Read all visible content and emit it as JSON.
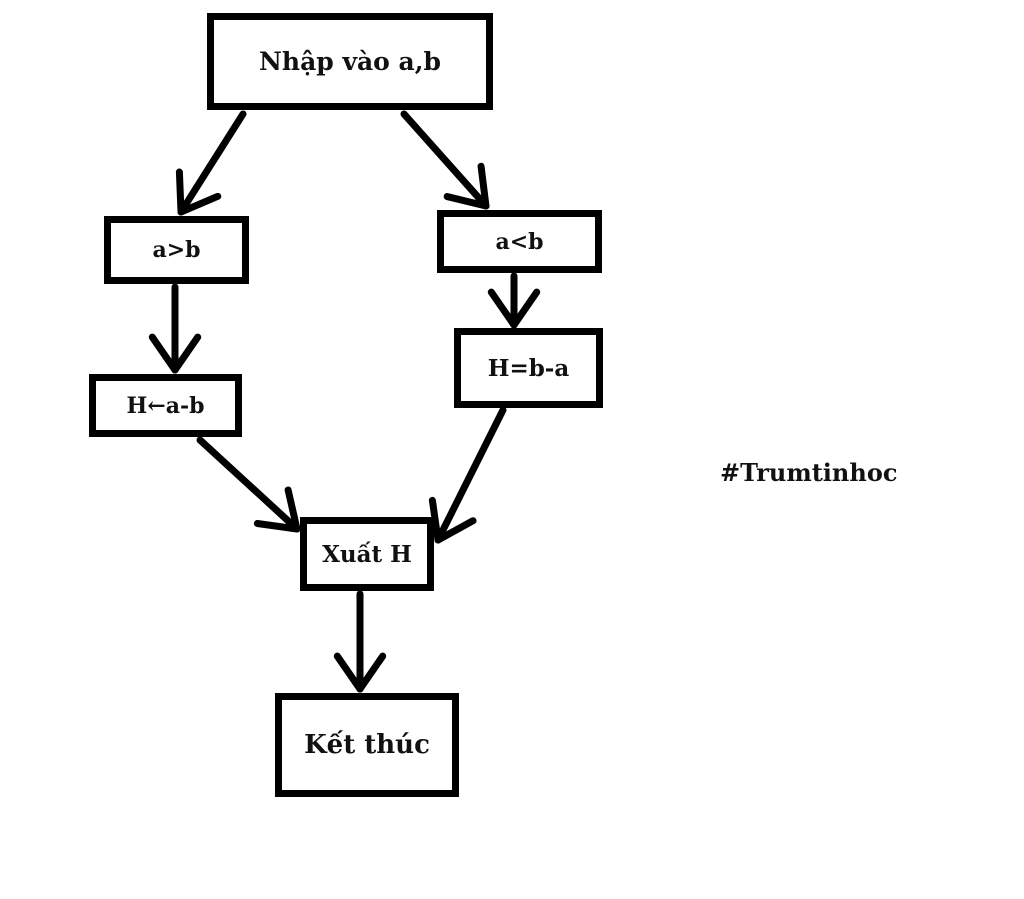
{
  "diagram": {
    "nodes": [
      {
        "id": "start",
        "label": "Nhập vào a,b"
      },
      {
        "id": "agtb",
        "label": "a>b"
      },
      {
        "id": "altb",
        "label": "a<b"
      },
      {
        "id": "hab",
        "label": "H←a-b"
      },
      {
        "id": "hba",
        "label": "H=b-a"
      },
      {
        "id": "out",
        "label": "Xuất H"
      },
      {
        "id": "end",
        "label": "Kết thúc"
      }
    ],
    "edges": [
      {
        "from": "start",
        "to": "agtb"
      },
      {
        "from": "start",
        "to": "altb"
      },
      {
        "from": "agtb",
        "to": "hab"
      },
      {
        "from": "altb",
        "to": "hba"
      },
      {
        "from": "hab",
        "to": "out"
      },
      {
        "from": "hba",
        "to": "out"
      },
      {
        "from": "out",
        "to": "end"
      }
    ],
    "line_color": "#000000"
  },
  "watermark": "#Trumtinhoc"
}
